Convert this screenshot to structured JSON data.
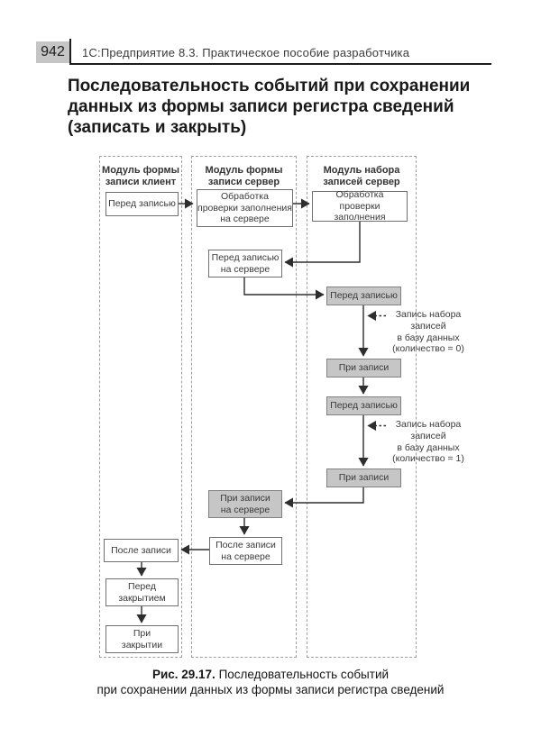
{
  "page": {
    "page_number": "942",
    "header": "1С:Предприятие 8.3. Практическое пособие разработчика",
    "title": "Последовательность событий при сохранении\nданных из формы записи регистра сведений\n(записать и закрыть)"
  },
  "diagram": {
    "columns": [
      {
        "label": "Модуль формы\nзаписи клиент"
      },
      {
        "label": "Модуль формы\nзаписи сервер"
      },
      {
        "label": "Модуль набора\nзаписей сервер"
      }
    ],
    "nodes": {
      "pered_zapisyu_client": "Перед записью",
      "obrabotka_proverki_server": "Обработка\nпроверки заполнения\nна сервере",
      "obrabotka_proverki_nabor": "Обработка\nпроверки заполнения",
      "pered_zapisyu_na_servere": "Перед записью\nна сервере",
      "pered_zapisyu_1": "Перед записью",
      "pri_zapisi_1": "При записи",
      "pered_zapisyu_2": "Перед записью",
      "pri_zapisi_2": "При записи",
      "pri_zapisi_na_servere": "При записи\nна сервере",
      "posle_zapisi_na_servere": "После записи\nна сервере",
      "posle_zapisi": "После записи",
      "pered_zakrytiem": "Перед\nзакрытием",
      "pri_zakrytii": "При\nзакрытии"
    },
    "annotations": [
      {
        "text": "Запись набора\nзаписей\nв базу данных\n(количество = 0)"
      },
      {
        "text": "Запись набора\nзаписей\nв базу данных\n(количество = 1)"
      }
    ],
    "colors": {
      "node_fill_gray": "#c6c6c6",
      "node_fill_white": "#ffffff",
      "node_border": "#707070",
      "column_dash": "#a0a0a0",
      "arrow": "#2e2e2e",
      "page_number_badge": "#c5c5c5"
    }
  },
  "caption": {
    "fig_label": "Рис. 29.17.",
    "line1_rest": " Последовательность событий",
    "line2": "при сохранении данных из формы записи регистра сведений"
  }
}
